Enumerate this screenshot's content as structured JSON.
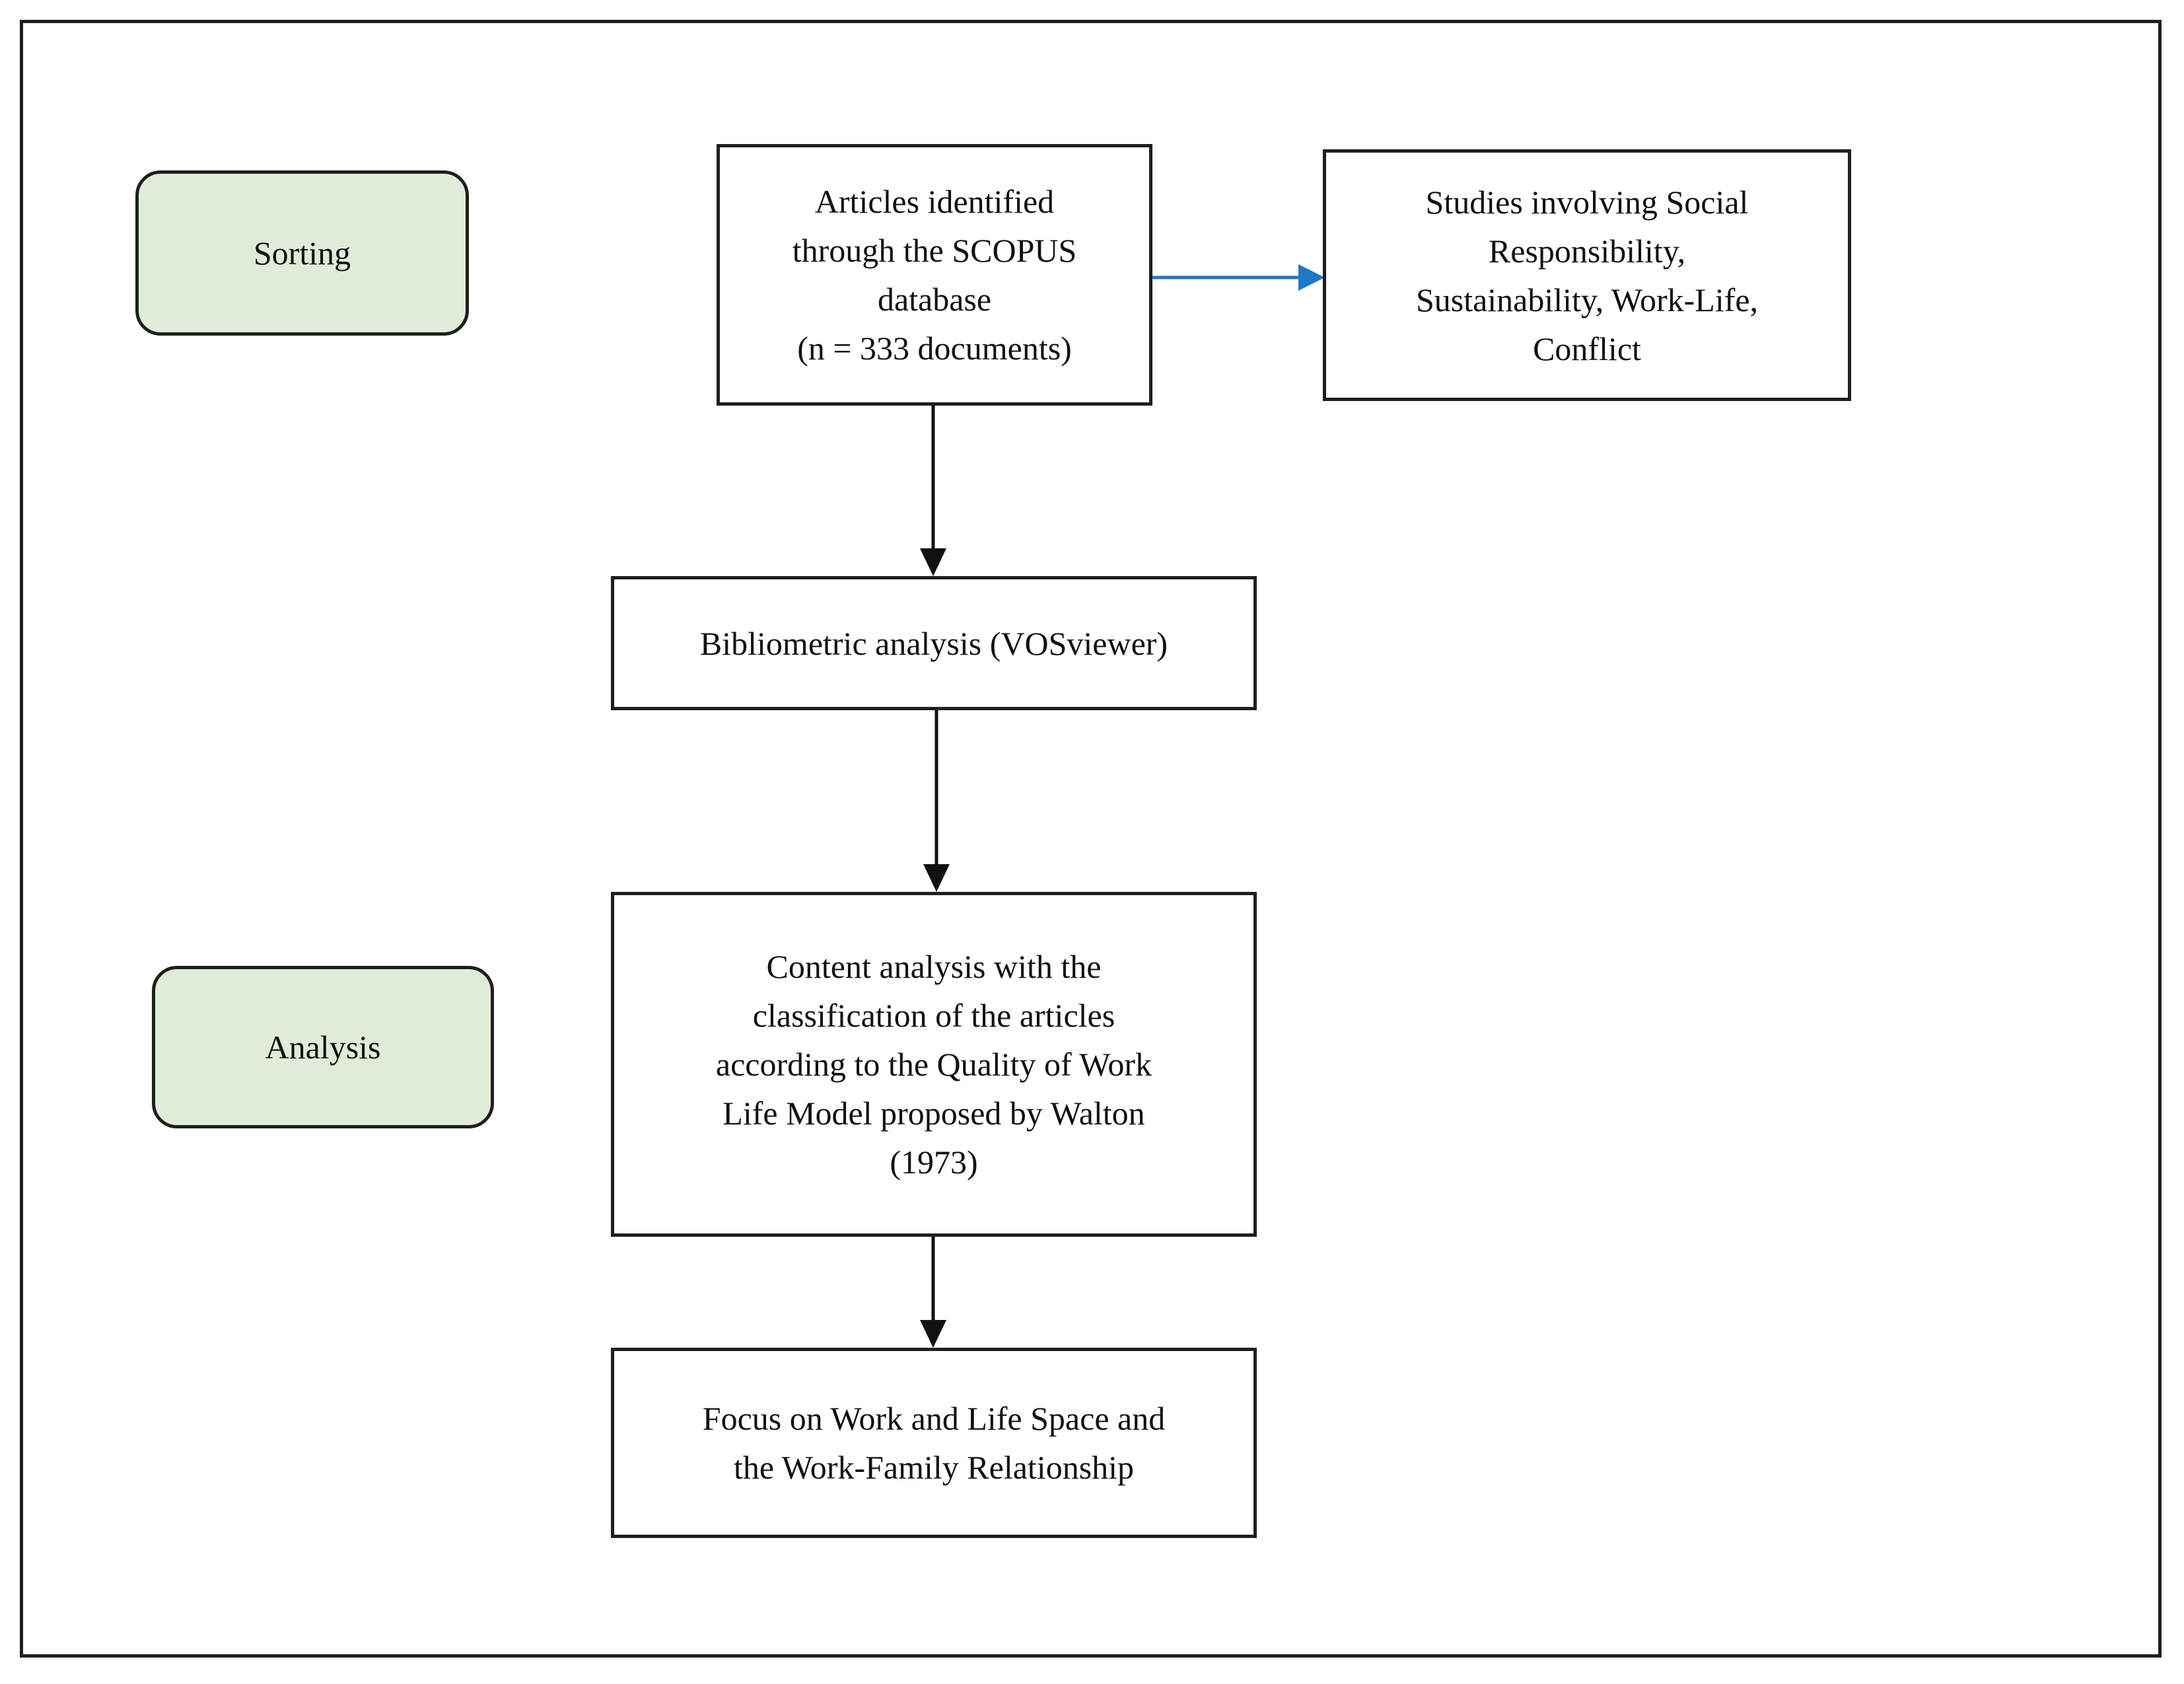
{
  "stages": [
    {
      "id": "sorting",
      "label": "Sorting",
      "fill": "#e1ecd8"
    },
    {
      "id": "analysis",
      "label": "Analysis",
      "fill": "#e1ecd8"
    }
  ],
  "boxes": [
    {
      "id": "scopus",
      "label": "Articles identified\nthrough the SCOPUS\ndatabase\n(n = 333 documents)"
    },
    {
      "id": "topics",
      "label": "Studies involving Social\nResponsibility,\nSustainability, Work-Life,\nConflict"
    },
    {
      "id": "bibliometric",
      "label": "Bibliometric analysis (VOSviewer)"
    },
    {
      "id": "content",
      "label": "Content analysis with the\nclassification of the articles\naccording to the Quality of Work\nLife Model proposed by Walton\n(1973)"
    },
    {
      "id": "focus",
      "label": "Focus on Work and Life Space and\nthe Work-Family Relationship"
    }
  ],
  "edges": [
    {
      "from": "scopus",
      "to": "topics",
      "color": "#1f77c8"
    },
    {
      "from": "scopus",
      "to": "bibliometric",
      "color": "#111111"
    },
    {
      "from": "bibliometric",
      "to": "content",
      "color": "#111111"
    },
    {
      "from": "content",
      "to": "focus",
      "color": "#111111"
    }
  ]
}
